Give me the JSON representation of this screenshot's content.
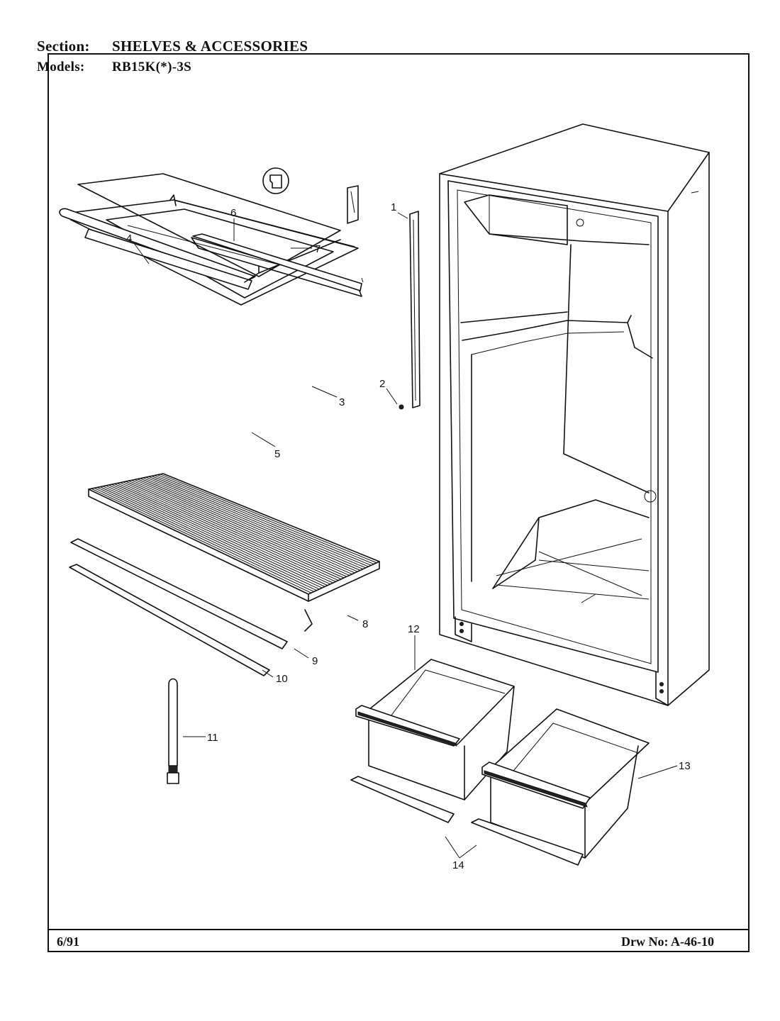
{
  "header": {
    "section_label": "Section:",
    "section_value": "SHELVES & ACCESSORIES",
    "models_label": "Models:",
    "models_value": "RB15K(*)-3S"
  },
  "footer": {
    "date": "6/91",
    "drawing_number": "Drw No: A-46-10"
  },
  "callouts": [
    "1",
    "2",
    "3",
    "4",
    "5",
    "6",
    "7",
    "8",
    "9",
    "10",
    "11",
    "12",
    "13",
    "14"
  ]
}
